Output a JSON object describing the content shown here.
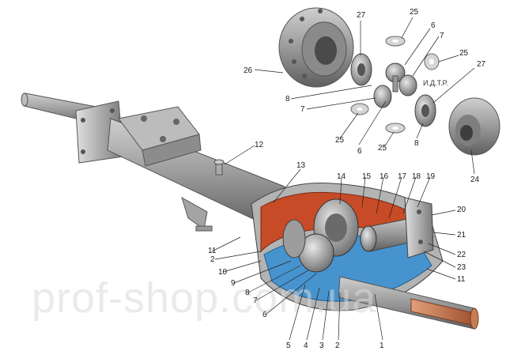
{
  "diagram": {
    "signature": "И.Д.Т.Р.",
    "watermark": "prof-shop.com.ua",
    "labels": [
      {
        "id": "l27a",
        "text": "27"
      },
      {
        "id": "l25a",
        "text": "25"
      },
      {
        "id": "l6a",
        "text": "6"
      },
      {
        "id": "l7a",
        "text": "7"
      },
      {
        "id": "l25b",
        "text": "25"
      },
      {
        "id": "l26",
        "text": "26"
      },
      {
        "id": "l27b",
        "text": "27"
      },
      {
        "id": "l8a",
        "text": "8"
      },
      {
        "id": "l7b",
        "text": "7"
      },
      {
        "id": "l25c",
        "text": "25"
      },
      {
        "id": "l6b",
        "text": "6"
      },
      {
        "id": "l25d",
        "text": "25"
      },
      {
        "id": "l8b",
        "text": "8"
      },
      {
        "id": "l24",
        "text": "24"
      },
      {
        "id": "l12",
        "text": "12"
      },
      {
        "id": "l13",
        "text": "13"
      },
      {
        "id": "l14",
        "text": "14"
      },
      {
        "id": "l15",
        "text": "15"
      },
      {
        "id": "l16",
        "text": "16"
      },
      {
        "id": "l17",
        "text": "17"
      },
      {
        "id": "l18",
        "text": "18"
      },
      {
        "id": "l19",
        "text": "19"
      },
      {
        "id": "l20",
        "text": "20"
      },
      {
        "id": "l21",
        "text": "21"
      },
      {
        "id": "l22",
        "text": "22"
      },
      {
        "id": "l23",
        "text": "23"
      },
      {
        "id": "l11a",
        "text": "11"
      },
      {
        "id": "l11b",
        "text": "11"
      },
      {
        "id": "l2a",
        "text": "2"
      },
      {
        "id": "l10",
        "text": "10"
      },
      {
        "id": "l9",
        "text": "9"
      },
      {
        "id": "l8c",
        "text": "8"
      },
      {
        "id": "l7c",
        "text": "7"
      },
      {
        "id": "l6c",
        "text": "6"
      },
      {
        "id": "l5",
        "text": "5"
      },
      {
        "id": "l4",
        "text": "4"
      },
      {
        "id": "l3",
        "text": "3"
      },
      {
        "id": "l2b",
        "text": "2"
      },
      {
        "id": "l1",
        "text": "1"
      }
    ]
  }
}
